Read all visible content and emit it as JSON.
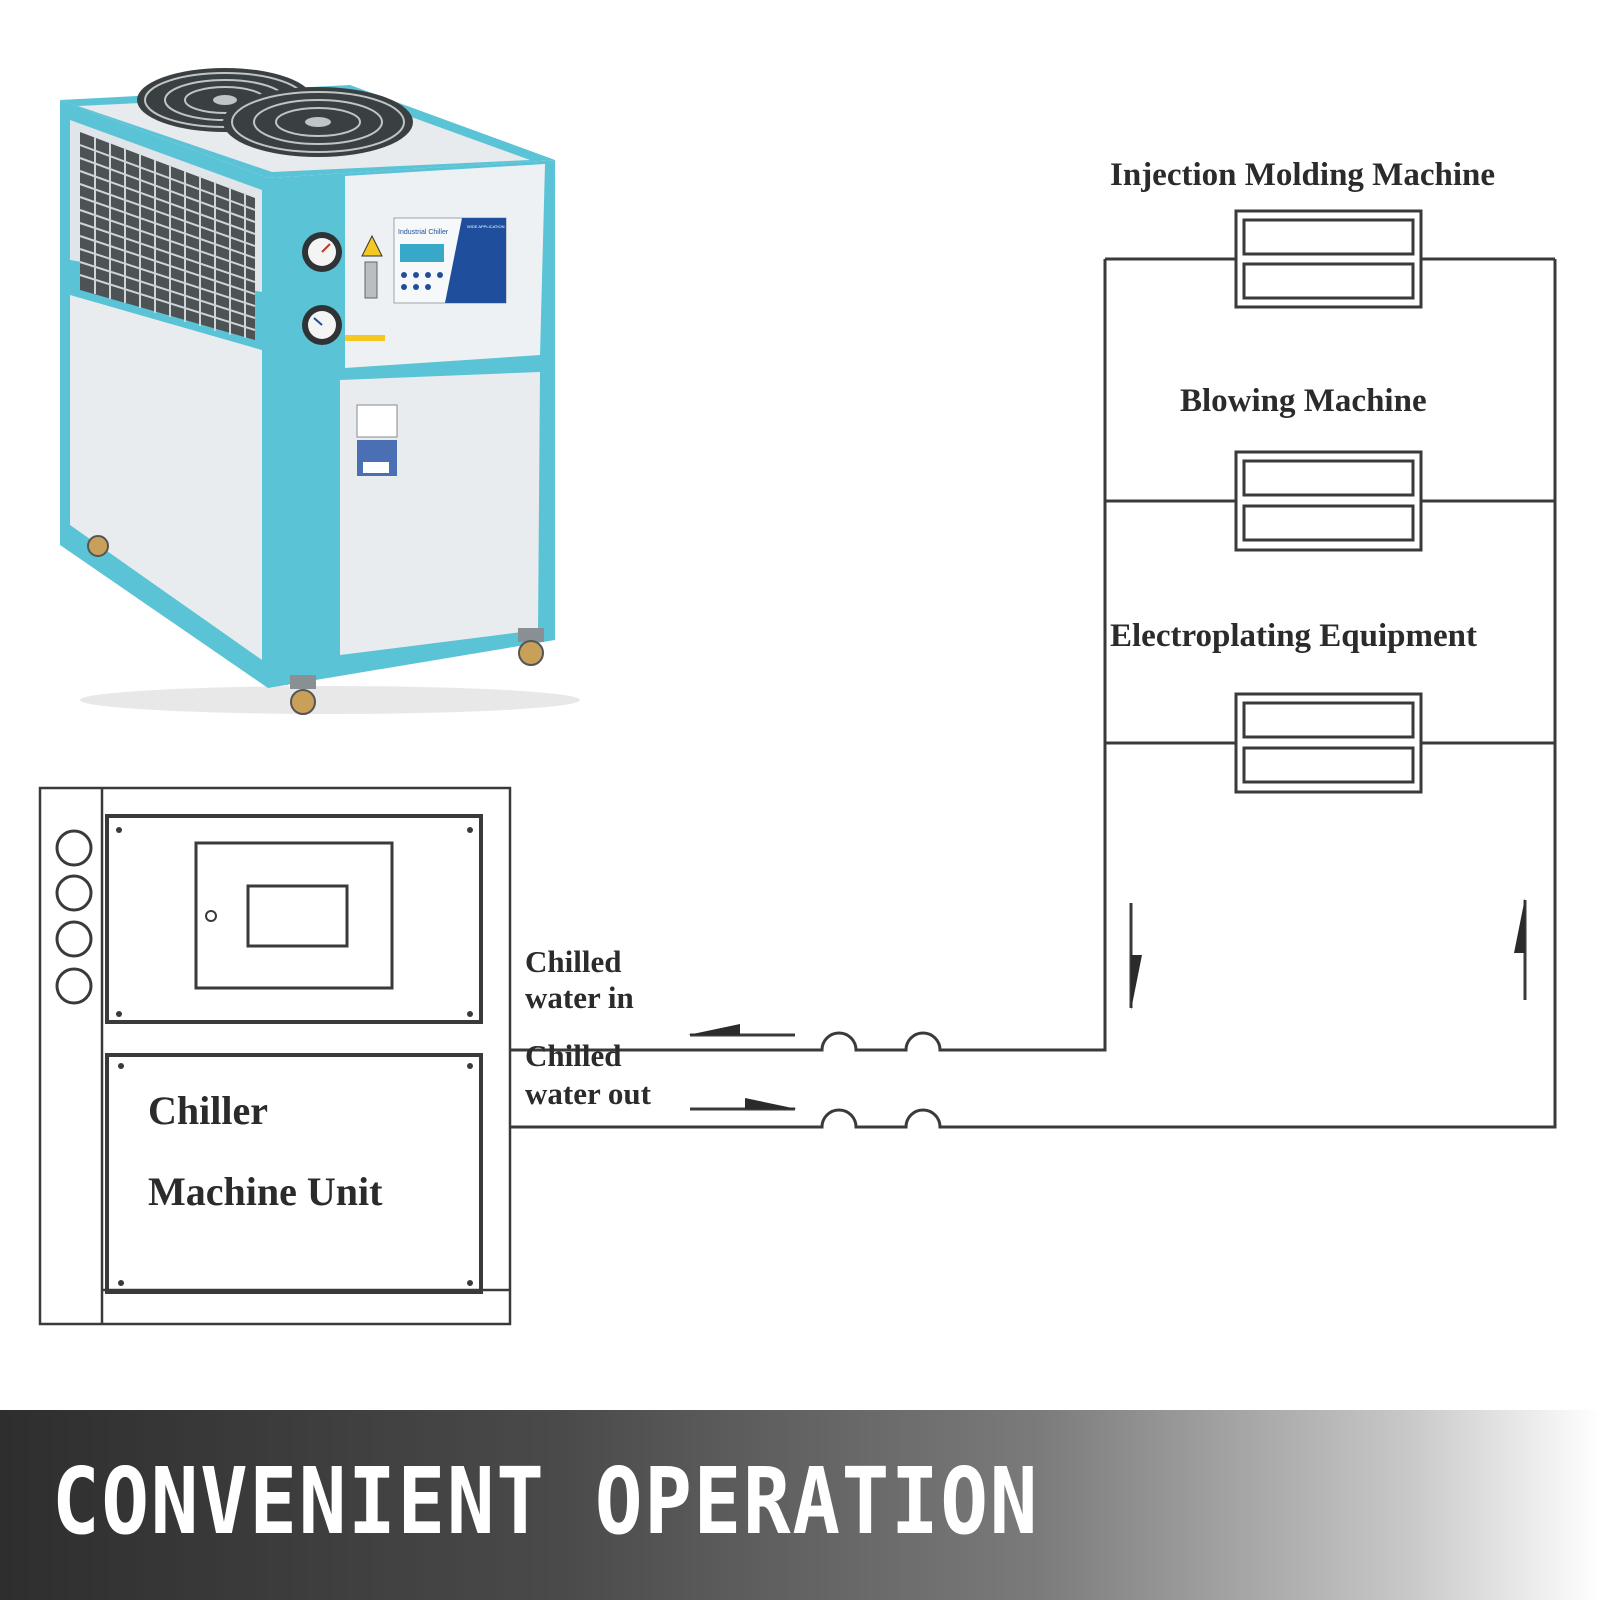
{
  "photo": {
    "panel_title": "Industrial  Chiller",
    "panel_subtitle": "WIDE APPLICATION"
  },
  "equipment": [
    {
      "label": "Injection Molding Machine"
    },
    {
      "label": "Blowing Machine"
    },
    {
      "label": "Electroplating Equipment"
    }
  ],
  "unit": {
    "line1": "Chiller",
    "line2": "Machine Unit"
  },
  "pipes": {
    "in_line1": "Chilled",
    "in_line2": "water in",
    "out_line1": "Chilled",
    "out_line2": "water out"
  },
  "banner": {
    "text": "CONVENIENT OPERATION"
  },
  "colors": {
    "chiller_frame": "#5bc3d6",
    "panel_blue": "#1f4f9c",
    "warning_yellow": "#f3c820"
  }
}
